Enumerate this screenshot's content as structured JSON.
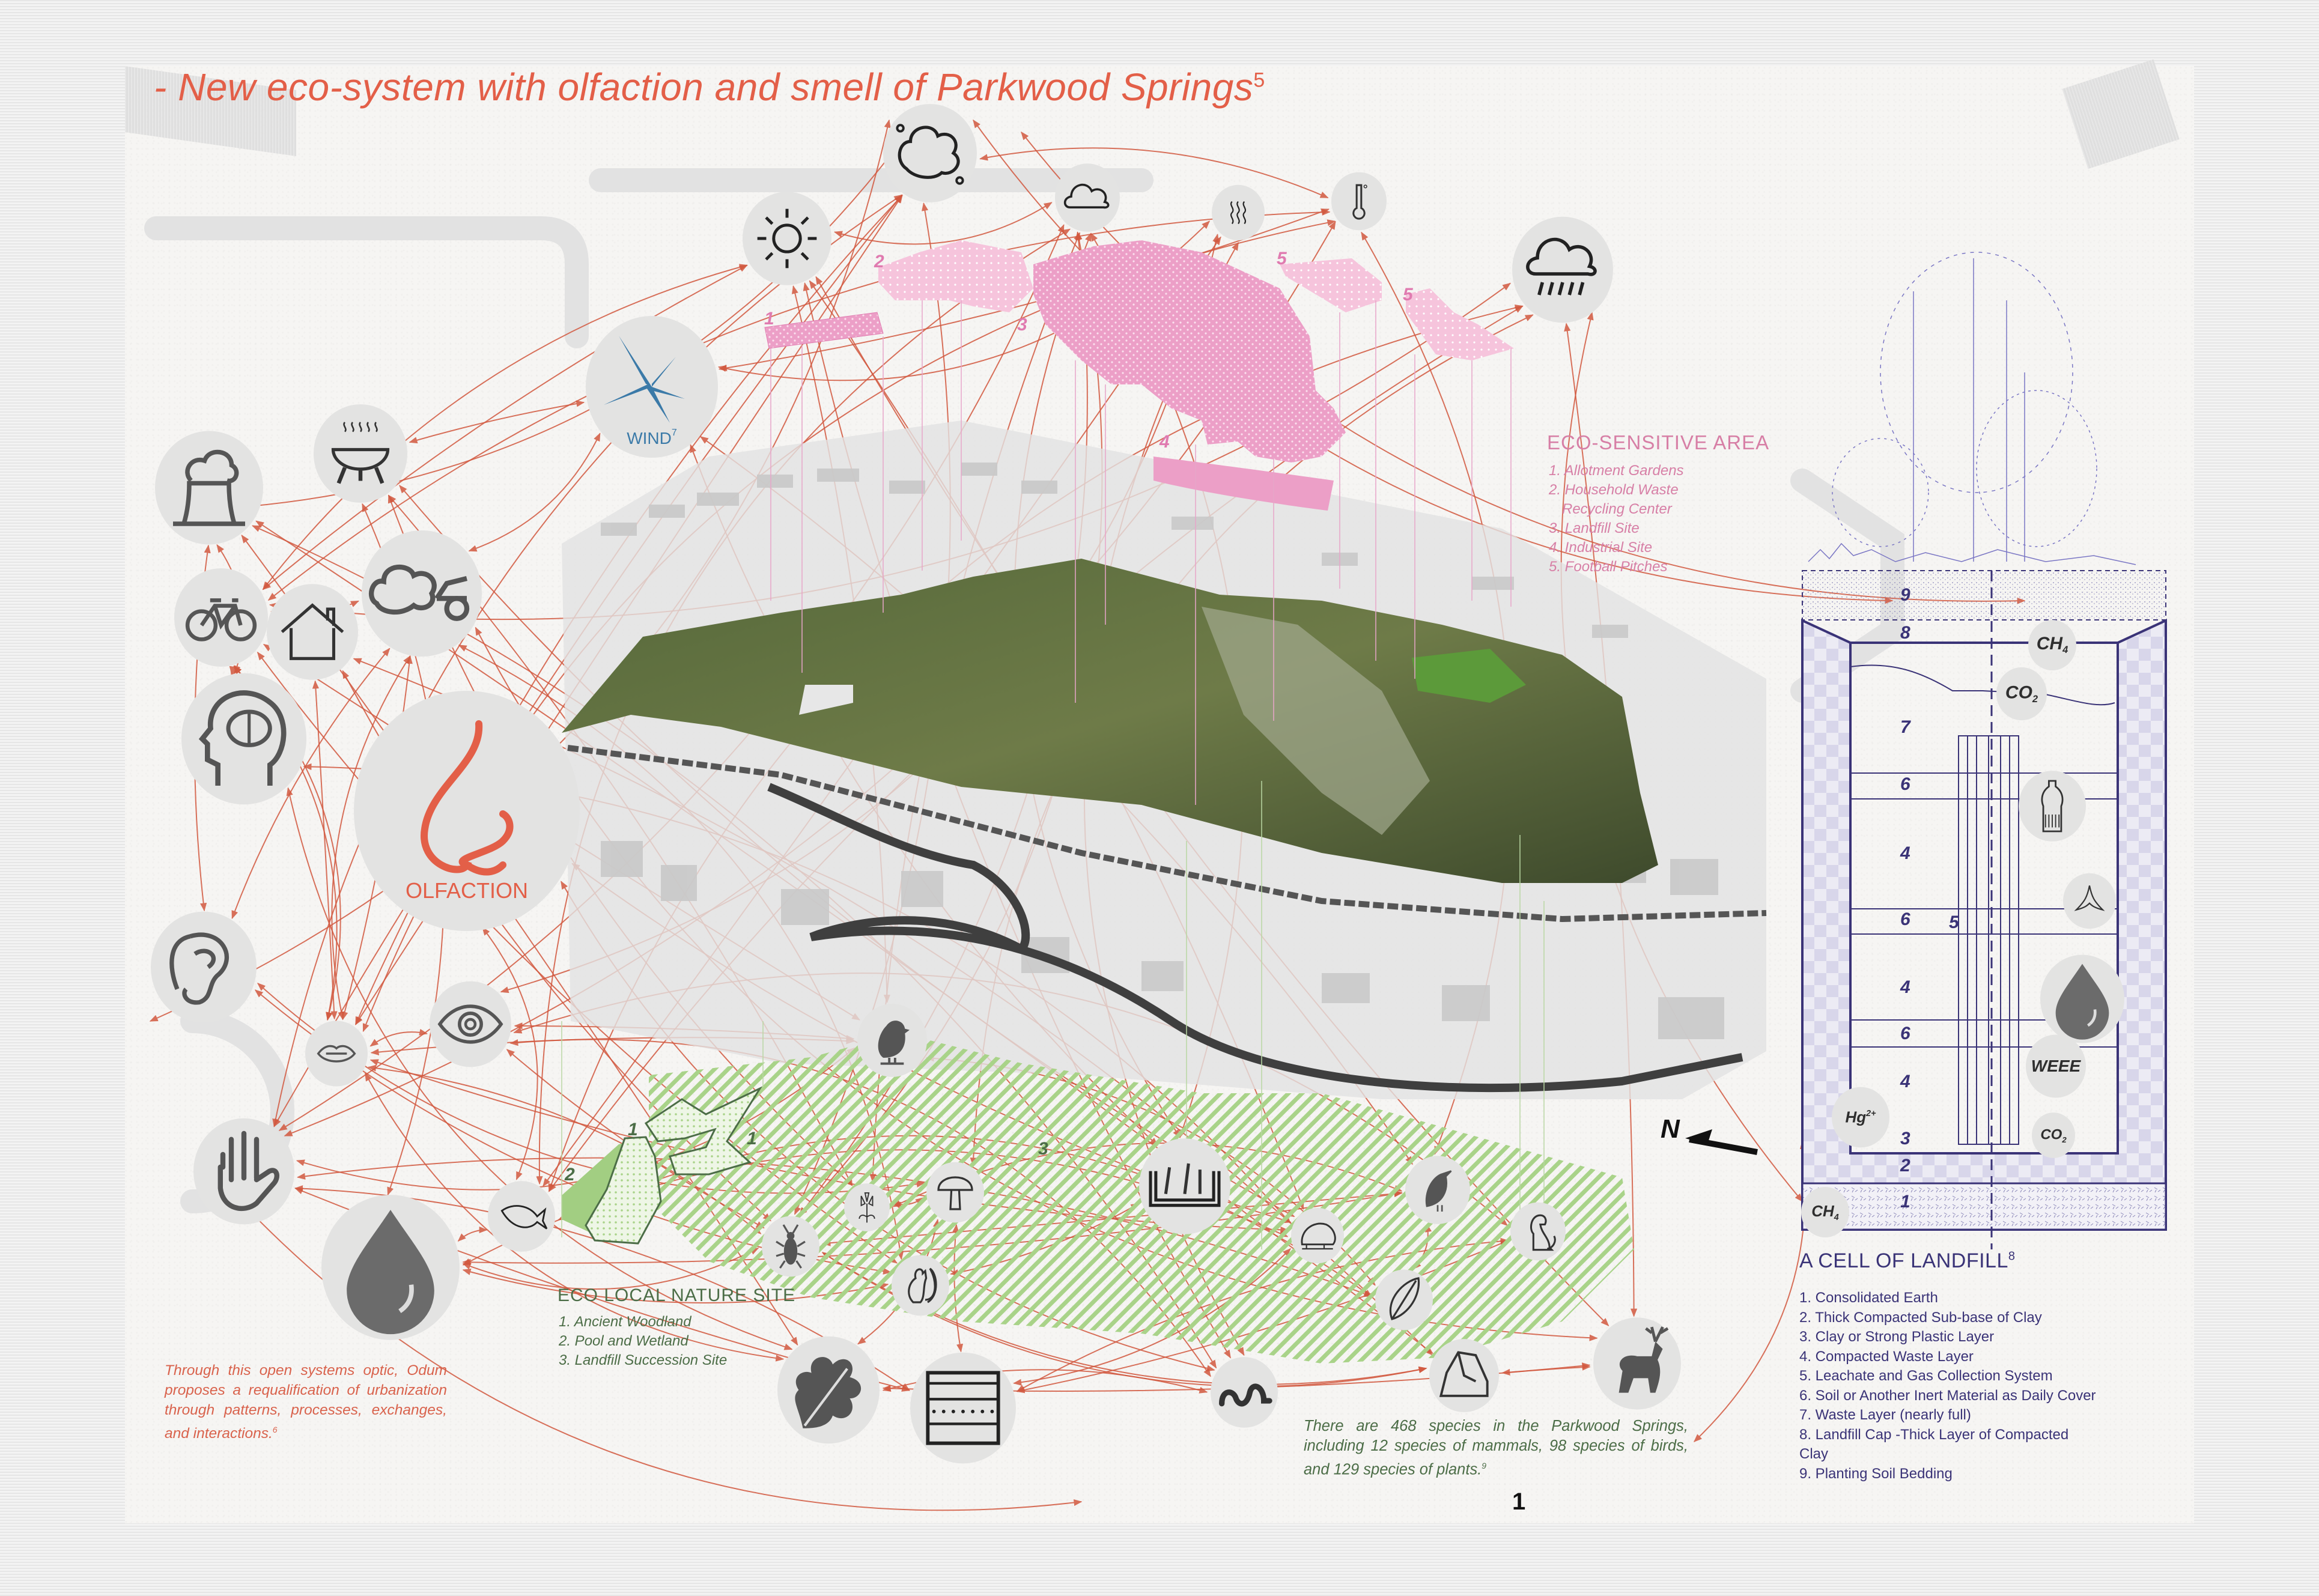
{
  "title": {
    "text": "- New eco-system with olfaction and smell of Parkwood Springs",
    "footnote": "5"
  },
  "colors": {
    "accent_red": "#e35f48",
    "link_line": "#d2583f",
    "node_fill": "#e3e3e2",
    "icon_gray": "#555555",
    "pink": "#e997c3",
    "pink_text": "#d77fa6",
    "green": "#9cc97a",
    "green_text": "#4c6d47",
    "landfill_blue": "#3a3377",
    "wind_blue": "#3b7aa8"
  },
  "climate_nodes": [
    {
      "name": "pollution-cloud-icon"
    },
    {
      "name": "sun-icon"
    },
    {
      "name": "cloud-icon"
    },
    {
      "name": "heat-waves-icon"
    },
    {
      "name": "thermometer-icon"
    },
    {
      "name": "rain-cloud-icon"
    }
  ],
  "wind": {
    "label": "WIND",
    "footnote": "7"
  },
  "source_nodes": [
    {
      "name": "factory-chimney-icon"
    },
    {
      "name": "barbecue-grill-icon"
    },
    {
      "name": "bicycle-icon"
    },
    {
      "name": "house-icon"
    },
    {
      "name": "car-exhaust-icon"
    },
    {
      "name": "brain-head-icon"
    }
  ],
  "olfaction": {
    "label": "OLFACTION"
  },
  "sense_nodes": [
    {
      "name": "ear-icon"
    },
    {
      "name": "lips-icon"
    },
    {
      "name": "eye-icon"
    },
    {
      "name": "hand-icon"
    },
    {
      "name": "water-drop-icon"
    },
    {
      "name": "fish-icon"
    }
  ],
  "ecology_nodes": [
    {
      "name": "robin-bird-icon"
    },
    {
      "name": "flower-icon"
    },
    {
      "name": "mushroom-icon"
    },
    {
      "name": "beetle-icon"
    },
    {
      "name": "squirrel-icon"
    },
    {
      "name": "planter-box-icon"
    },
    {
      "name": "hedgehog-icon"
    },
    {
      "name": "crow-icon"
    },
    {
      "name": "dog-icon"
    },
    {
      "name": "leaf-icon"
    },
    {
      "name": "oak-leaf-icon"
    },
    {
      "name": "soil-layers-icon"
    },
    {
      "name": "earthworm-icon"
    },
    {
      "name": "rock-icon"
    },
    {
      "name": "deer-icon"
    }
  ],
  "eco_sensitive_area": {
    "title": "ECO-SENSITIVE AREA",
    "items": [
      "1. Allotment Gardens",
      "2. Household Waste",
      "   Recycling Center",
      "3. Landfill Site",
      "4. Industrial Site",
      "5. Football Pitches"
    ],
    "zone_labels": [
      "1",
      "2",
      "3",
      "4",
      "5",
      "5"
    ]
  },
  "eco_local_nature_site": {
    "title": "ECO LOCAL NATURE SITE",
    "items": [
      "1. Ancient Woodland",
      "2. Pool and Wetland",
      "3. Landfill Succession Site"
    ],
    "zone_labels": [
      "1",
      "1",
      "2",
      "3"
    ]
  },
  "landfill_cell": {
    "title": "A CELL OF LANDFILL",
    "footnote": "8",
    "items": [
      "1. Consolidated Earth",
      "2. Thick Compacted Sub-base of Clay",
      "3. Clay or Strong Plastic Layer",
      "4. Compacted Waste Layer",
      "5. Leachate and Gas Collection System",
      "6. Soil or Another Inert Material as Daily Cover",
      "7. Waste Layer (nearly full)",
      "8. Landfill Cap -Thick Layer of Compacted",
      "Clay",
      "9. Planting Soil Bedding"
    ],
    "layer_labels": [
      "9",
      "8",
      "7",
      "6",
      "4",
      "6",
      "4",
      "6",
      "4",
      "3",
      "2",
      "1",
      "5"
    ],
    "gas_nodes": [
      {
        "name": "methane-node",
        "label": "CH",
        "sub": "4"
      },
      {
        "name": "carbon-dioxide-node",
        "label": "CO",
        "sub": "2"
      },
      {
        "name": "plastic-bottle-icon"
      },
      {
        "name": "banana-peel-icon"
      },
      {
        "name": "leachate-drop-icon"
      },
      {
        "name": "weee-node",
        "label": "WEEE"
      },
      {
        "name": "mercury-node",
        "label": "Hg",
        "sup": "2+"
      },
      {
        "name": "carbon-dioxide-node-bottom",
        "label": "CO",
        "sub": "2"
      },
      {
        "name": "methane-node-bottom",
        "label": "CH",
        "sub": "4"
      }
    ]
  },
  "quote": {
    "text": "Through this open systems optic, Odum proposes a requalification of urbanization through patterns, processes, exchanges, and interactions.",
    "footnote": "6"
  },
  "species_note": {
    "text": "There are 468 species in the Parkwood Springs, including 12 species of mammals, 98 species of birds, and 129 species of plants.",
    "footnote": "9"
  },
  "compass": {
    "label": "N"
  },
  "page_number": "1"
}
